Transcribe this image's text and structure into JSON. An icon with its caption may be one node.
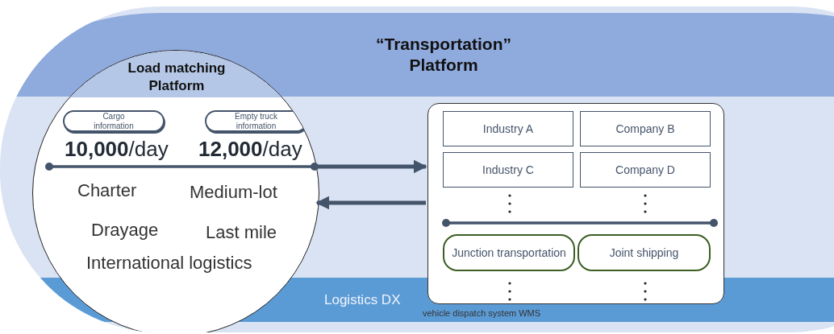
{
  "diagram": {
    "nodes": [
      {
        "text": [
          "“Transportation” Platform"
        ]
      },
      {
        "text": [
          "Load matching Platform"
        ],
        "in": 0
      },
      {
        "text": [
          "Cargo information"
        ],
        "in": 1
      },
      {
        "text": [
          "Empty truck information"
        ],
        "in": 1
      },
      {
        "text": [],
        "shape": "box",
        "in": 0
      },
      {
        "text": [
          "Industry A"
        ],
        "in": 4
      },
      {
        "text": [
          "Company B"
        ],
        "in": 4
      },
      {
        "text": [
          "Industry C"
        ],
        "in": 4
      },
      {
        "text": [
          "Company D"
        ],
        "in": 4
      },
      {
        "text": [
          "Junction transportation"
        ],
        "in": 4
      },
      {
        "text": [
          "Joint shipping"
        ],
        "in": 4
      },
      {
        "text": [
          "Logistics DX"
        ],
        "in": 0
      }
    ],
    "edges": [
      {
        "from": 1,
        "to": 4,
        "arrow": "to"
      },
      {
        "from": 4,
        "to": 1,
        "arrow": "to"
      }
    ],
    "labels": [
      "**10,000**/day",
      "**12,000**/day",
      "Charter",
      "Medium-lot",
      "Drayage",
      "Last mile",
      "International logistics",
      "vehicle dispatch system WMS"
    ]
  }
}
